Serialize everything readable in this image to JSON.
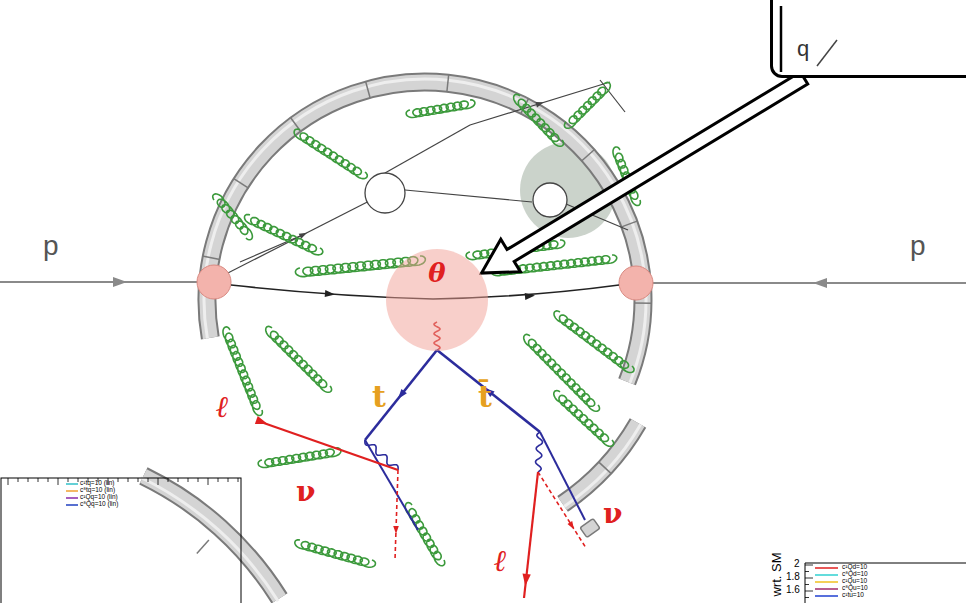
{
  "diagram": {
    "nodes": [
      {
        "text": [
          "q"
        ]
      },
      {
        "text": [
          "θ"
        ]
      }
    ],
    "edges": [
      {
        "from": 0,
        "to": 1,
        "arrow": "to"
      }
    ],
    "labels": [
      "p",
      "p",
      "t",
      "t̄",
      "ℓ",
      "ν",
      "ℓ",
      "ν",
      "wrt. SM",
      "2",
      "1.8",
      "1.6",
      "c¹tq=10 (lin)",
      "c⁸tq=10 (lin)",
      "c¹Qq=10 (lin)",
      "c⁸Qq=10 (lin)",
      "c¹Qd=10",
      "c⁸Qd=10",
      "c¹Qu=10",
      "c⁸Qu=10",
      "c¹tu=10"
    ]
  }
}
